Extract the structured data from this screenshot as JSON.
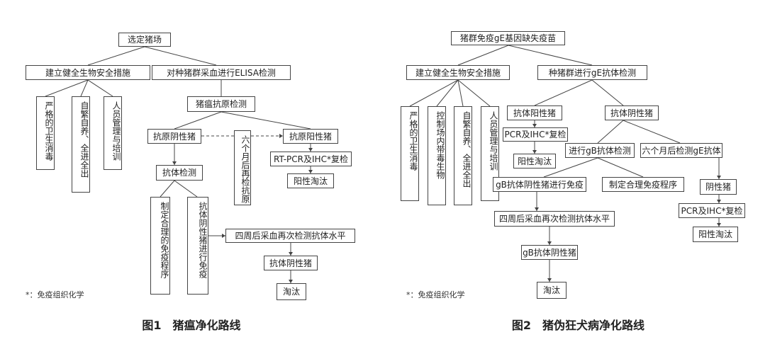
{
  "figure1": {
    "caption": "图1　猪瘟净化路线",
    "footnote": "*：免疫组织化学",
    "nodes": {
      "select_farm": "选定猪场",
      "biosecurity": "建立健全生物安全措施",
      "elisa": "对种猪群采血进行ELISA检测",
      "hygiene": "严格的卫生消毒",
      "self_breed": "自繁自养、全进全出",
      "staff": "人员管理与培训",
      "antigen_test": "猪瘟抗原检测",
      "antigen_neg": "抗原阴性猪",
      "retest": "六个月后再检抗原",
      "antigen_pos": "抗原阳性猪",
      "rtpcr": "RT-PCR及IHC*复检",
      "pos_cull": "阳性淘汰",
      "antibody_test": "抗体检测",
      "immune_program": "制定合理的免疫程序",
      "neg_vaccinate": "抗体阴性猪进行免疫",
      "four_weeks": "四周后采血再次检测抗体水平",
      "antibody_neg": "抗体阴性猪",
      "cull": "淘汰"
    }
  },
  "figure2": {
    "caption": "图2　猪伪狂犬病净化路线",
    "footnote": "*：免疫组织化学",
    "nodes": {
      "vaccine": "猪群免疫gE基因缺失疫苗",
      "biosecurity": "建立健全生物安全措施",
      "ge_test": "种猪群进行gE抗体检测",
      "hygiene": "严格的卫生消毒",
      "vector": "控制场内带毒生物",
      "self_breed": "自繁自养、全进全出",
      "staff": "人员管理与培训",
      "ab_pos": "抗体阳性猪",
      "ab_neg": "抗体阴性猪",
      "pcr": "PCR及IHC*复检",
      "pos_cull": "阳性淘汰",
      "gb_test": "进行gB抗体检测",
      "six_month": "六个月后检测gE抗体",
      "gb_neg_vac": "gB抗体阴性猪进行免疫",
      "program": "制定合理免疫程序",
      "neg_pig": "阴性猪",
      "pcr2": "PCR及IHC*复检",
      "pos_cull2": "阳性淘汰",
      "four_weeks": "四周后采血再次检测抗体水平",
      "gb_neg": "gB抗体阴性猪",
      "cull": "淘汰"
    }
  }
}
